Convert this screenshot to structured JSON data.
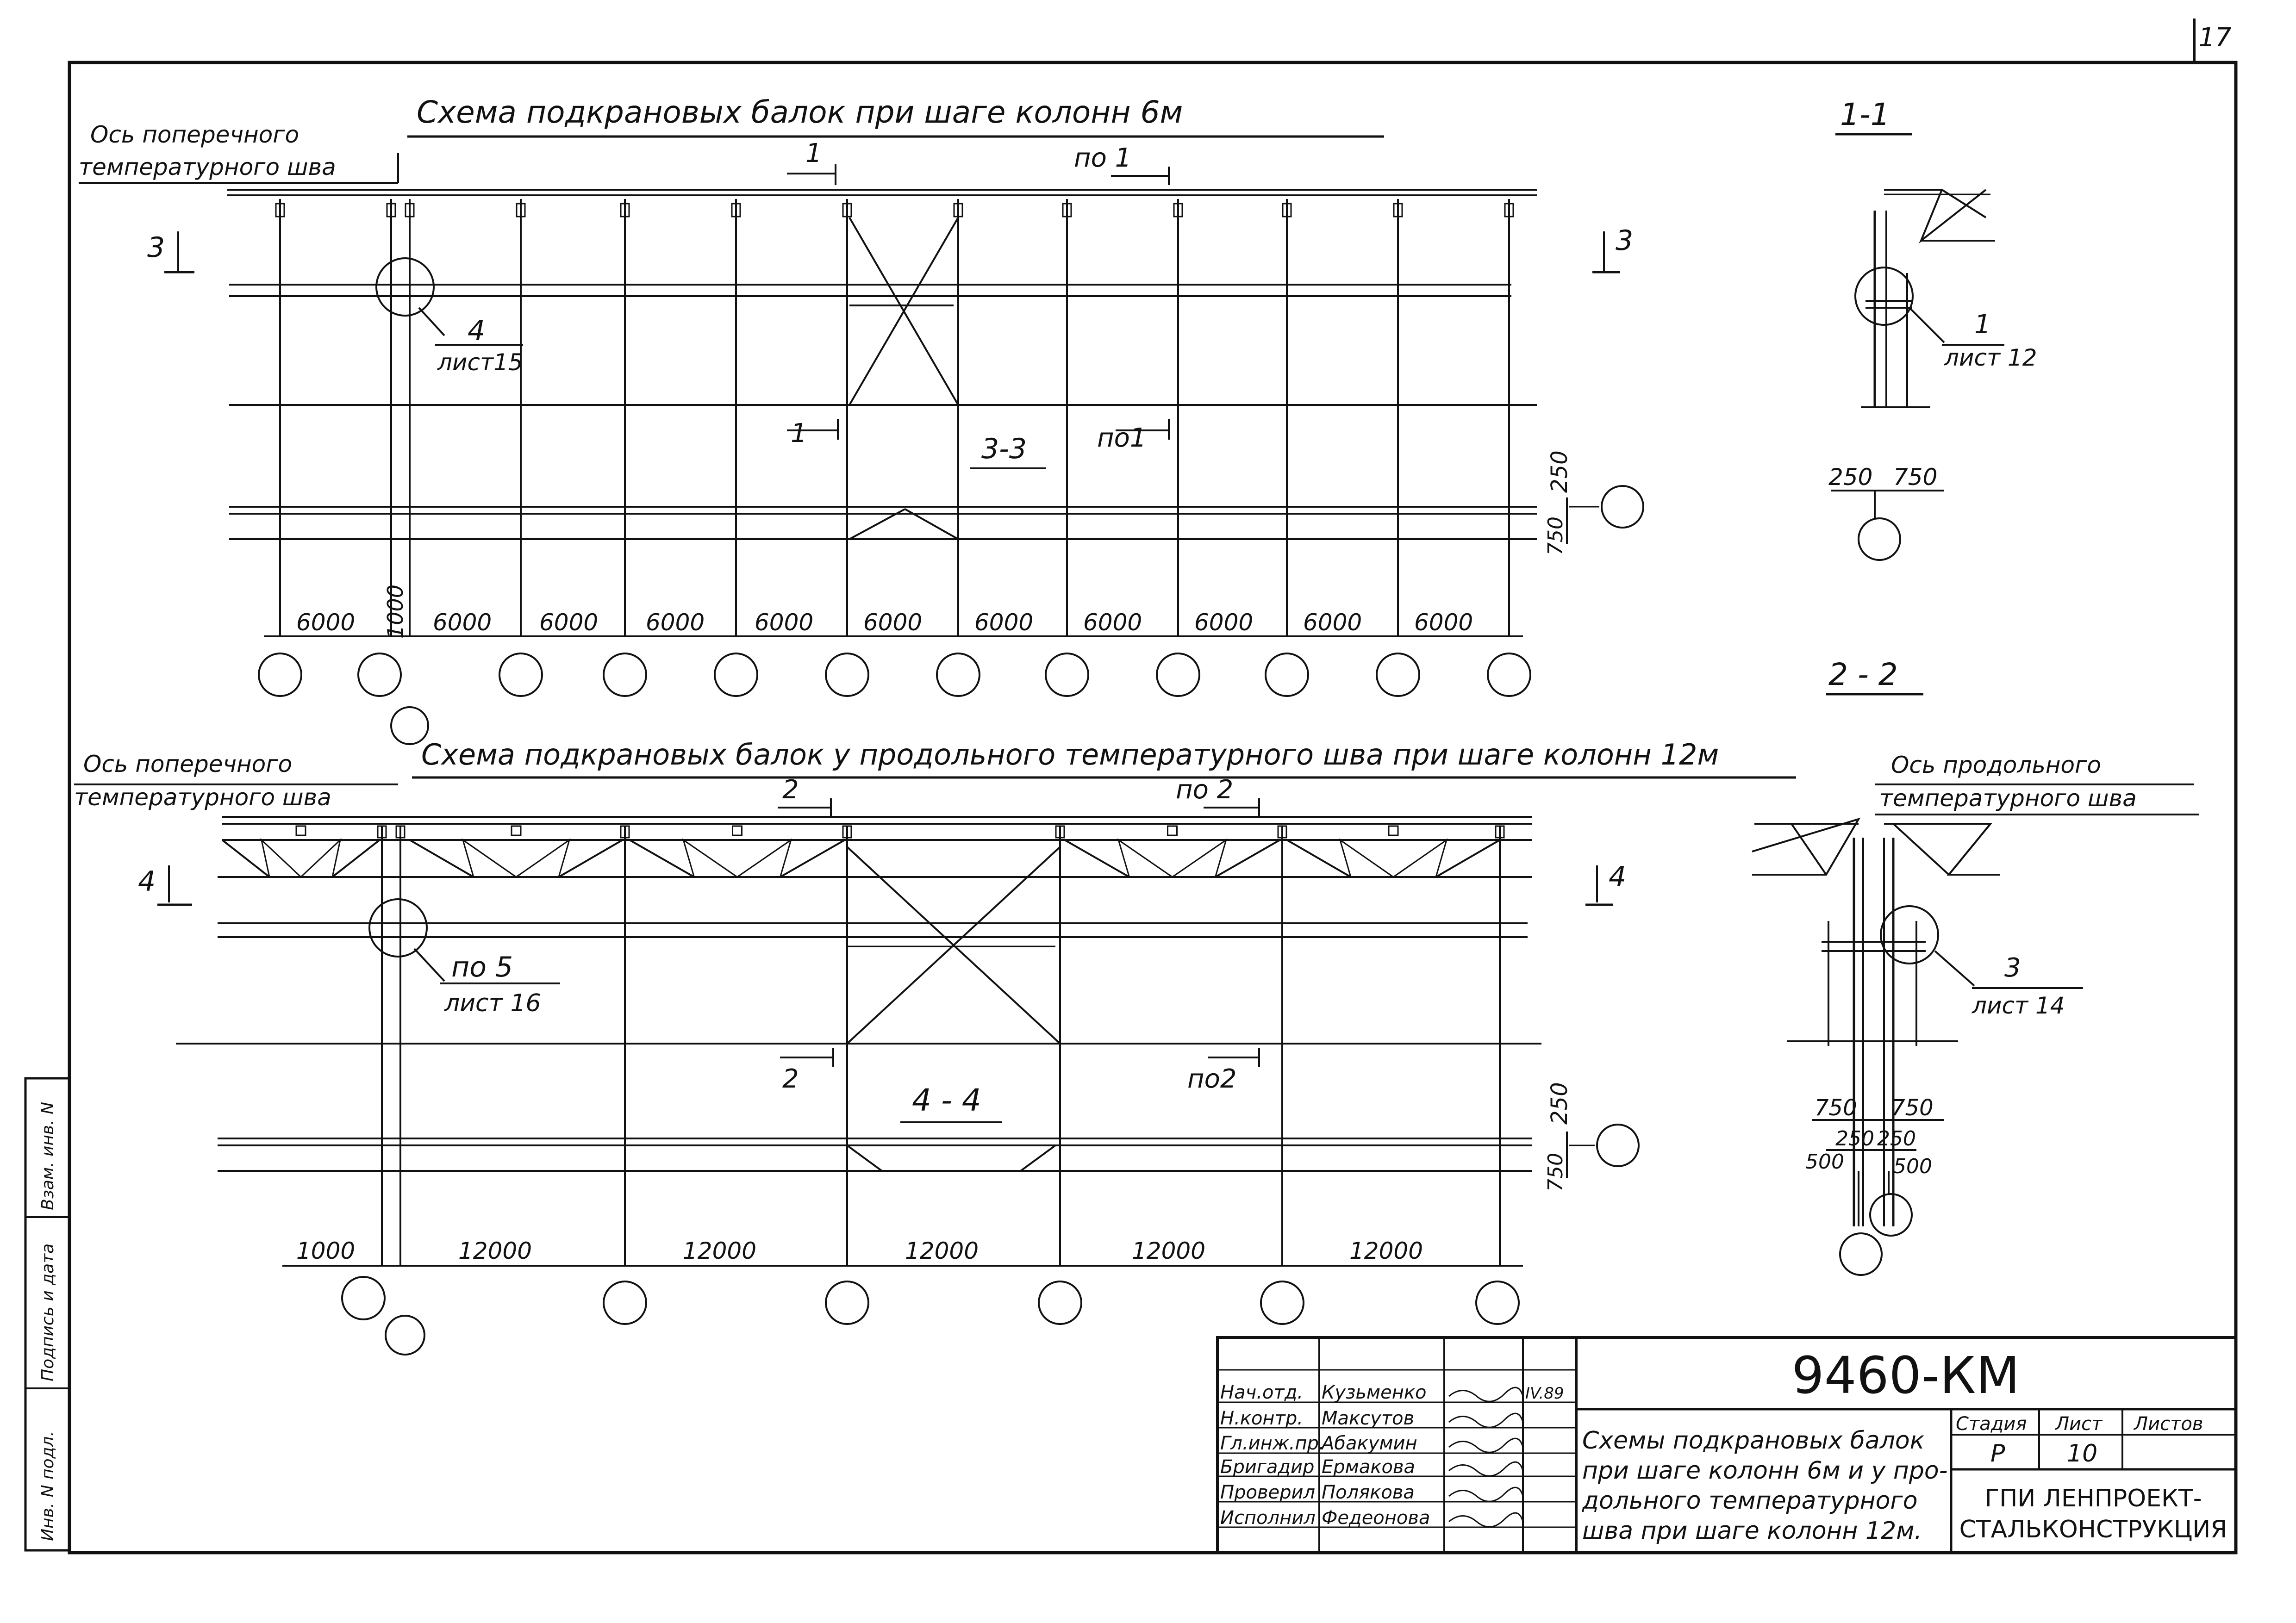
{
  "sheet_corner_number": "17",
  "top_scheme": {
    "title": "Схема подкрановых балок при шаге колонн 6м",
    "axis_label": [
      "Ось поперечного",
      "температурного шва"
    ],
    "section_left": "3",
    "section_right": "3",
    "section_title": "3-3",
    "cut_a_top": "1",
    "cut_a_bottom": "1",
    "cut_b_top": "по 1",
    "cut_b_bottom": "по1",
    "callout_num": "4",
    "callout_sheet": "лист15",
    "dims": [
      "6000",
      "6000",
      "6000",
      "6000",
      "6000",
      "6000",
      "6000",
      "6000",
      "6000",
      "6000",
      "6000"
    ],
    "joint_dim": "1000",
    "vert_dims": [
      "250",
      "750"
    ]
  },
  "section_1_1": {
    "title": "1-1",
    "callout_num": "1",
    "callout_sheet": "лист 12",
    "dims": [
      "250",
      "750"
    ]
  },
  "section_2_2": {
    "title": "2 - 2",
    "axis_label": [
      "Ось продольного",
      "температурного шва"
    ],
    "callout_num": "3",
    "callout_sheet": "лист 14",
    "dims_row1": [
      "750",
      "750"
    ],
    "dims_row2": [
      "250",
      "250"
    ],
    "dims_row3": [
      "500",
      "500"
    ]
  },
  "bottom_scheme": {
    "title": "Схема подкрановых балок у продольного температурного шва при шаге колонн 12м",
    "axis_label": [
      "Ось поперечного",
      "температурного шва"
    ],
    "section_left": "4",
    "section_right": "4",
    "section_title": "4 - 4",
    "cut_a_top": "2",
    "cut_a_bottom": "2",
    "cut_b_top": "по 2",
    "cut_b_bottom": "по2",
    "callout_num": "по 5",
    "callout_sheet": "лист 16",
    "dims": [
      "1000",
      "12000",
      "12000",
      "12000",
      "12000",
      "12000"
    ],
    "vert_dims": [
      "250",
      "750"
    ]
  },
  "side_stamp": [
    "Инв. N подл.",
    "Подпись и дата",
    "Взам. инв. N"
  ],
  "title_block": {
    "code": "9460-КМ",
    "signatures": [
      {
        "role": "Нач.отд.",
        "name": "Кузьменко",
        "date": "IV.89"
      },
      {
        "role": "Н.контр.",
        "name": "Максутов",
        "date": ""
      },
      {
        "role": "Гл.инж.пр.",
        "name": "Абакумин",
        "date": ""
      },
      {
        "role": "Бригадир",
        "name": "Ермакова",
        "date": ""
      },
      {
        "role": "Проверил",
        "name": "Полякова",
        "date": ""
      },
      {
        "role": "Исполнил",
        "name": "Федеонова",
        "date": ""
      }
    ],
    "description": [
      "Схемы подкрановых балок",
      "при шаге колонн 6м и у про-",
      "дольного температурного",
      "шва при шаге колонн 12м."
    ],
    "stage_label": "Стадия",
    "sheet_label": "Лист",
    "sheets_label": "Листов",
    "stage": "Р",
    "sheet": "10",
    "sheets": "",
    "organization": [
      "ГПИ ЛЕНПРОЕКТ-",
      "СТАЛЬКОНСТРУКЦИЯ"
    ]
  }
}
